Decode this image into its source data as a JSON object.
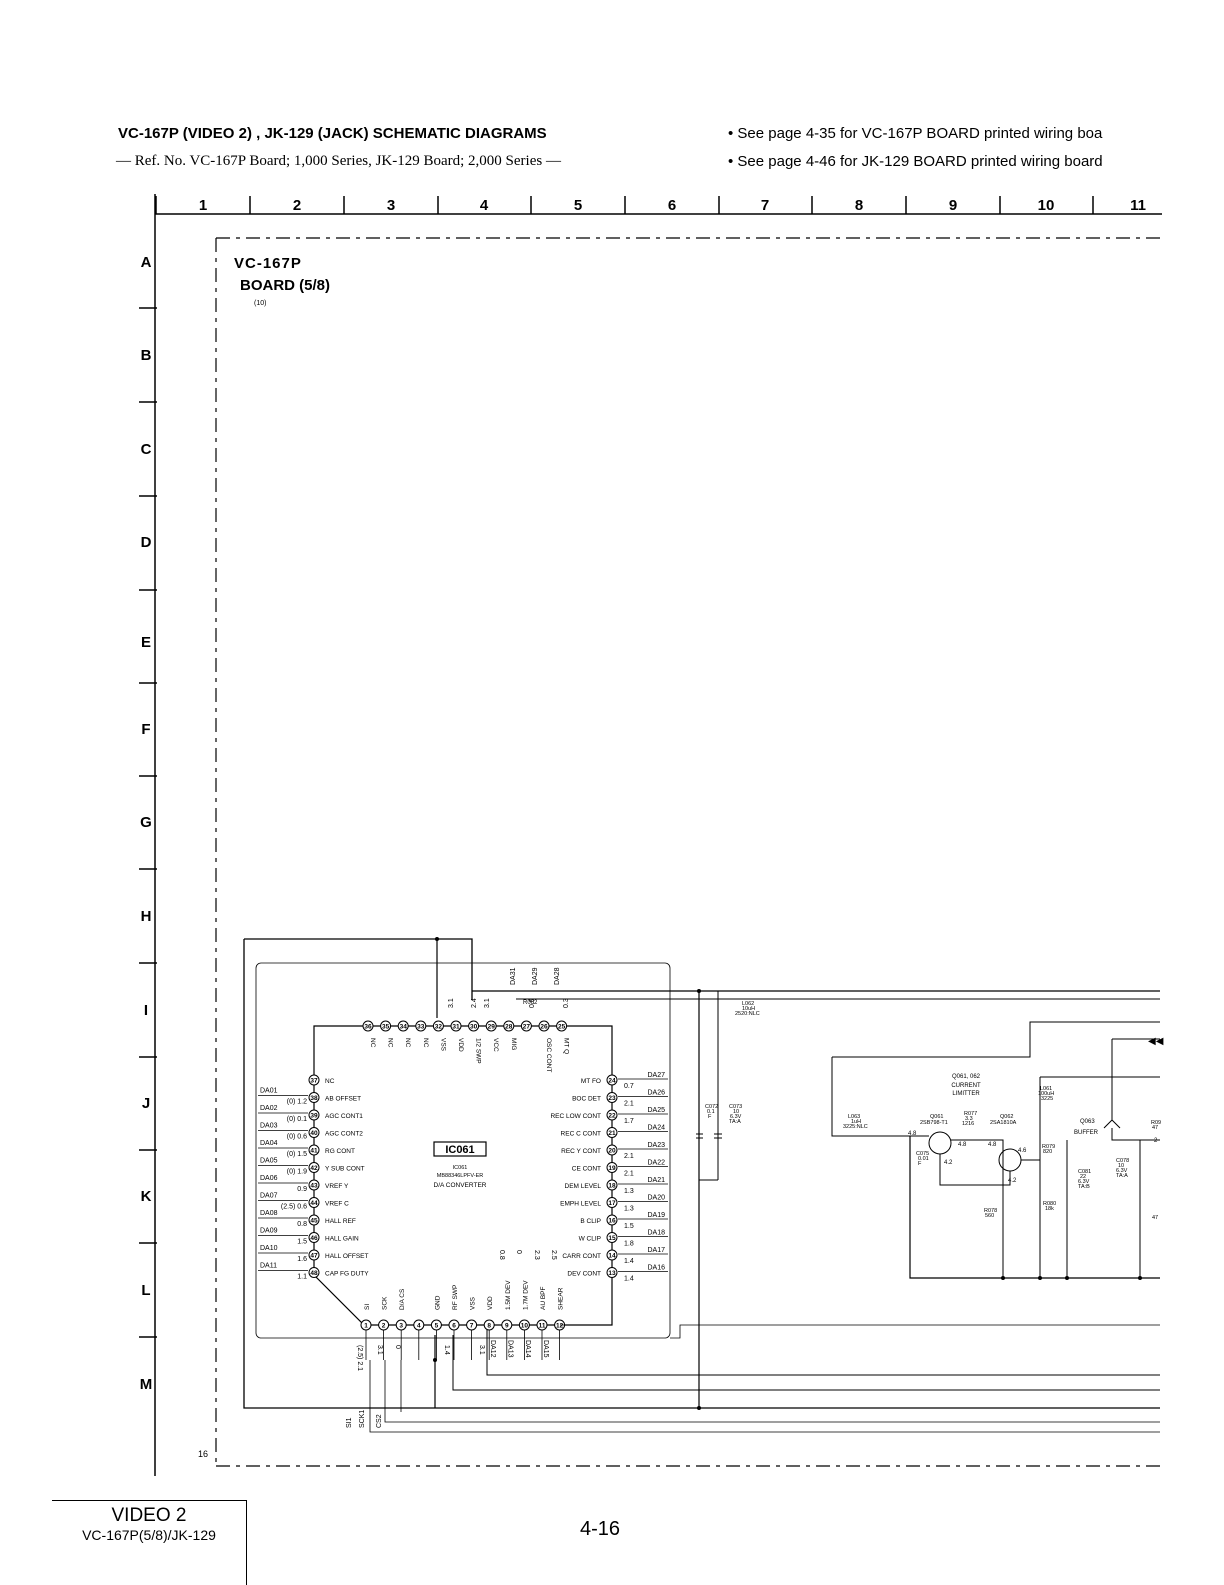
{
  "header": {
    "title": "VC-167P (VIDEO 2) , JK-129 (JACK) SCHEMATIC DIAGRAMS",
    "subtitle": "— Ref. No. VC-167P Board; 1,000 Series, JK-129 Board; 2,000 Series —",
    "note_pwb_vc": "• See page 4-35 for VC-167P BOARD printed wiring boa",
    "note_pwb_jk": "• See page 4-46 for JK-129 BOARD printed wiring board"
  },
  "grid": {
    "columns": [
      "1",
      "2",
      "3",
      "4",
      "5",
      "6",
      "7",
      "8",
      "9",
      "10",
      "11"
    ],
    "rows": [
      "A",
      "B",
      "C",
      "D",
      "E",
      "F",
      "G",
      "H",
      "I",
      "J",
      "K",
      "L",
      "M"
    ]
  },
  "board": {
    "name": "VC-167P",
    "part": "BOARD (5/8)",
    "ref": "(10)",
    "sheet_number": "16"
  },
  "ic": {
    "ref": "IC061",
    "label_small": "IC061",
    "part_number": "MB88346LPFV-ER",
    "function": "D/A CONVERTER",
    "left_pins": [
      {
        "num": "37",
        "name": "NC",
        "volt": "",
        "net": ""
      },
      {
        "num": "38",
        "name": "AB OFFSET",
        "volt": "(0) 1.2",
        "net": "DA01"
      },
      {
        "num": "39",
        "name": "AGC CONT1",
        "volt": "(0) 0.1",
        "net": "DA02"
      },
      {
        "num": "40",
        "name": "AGC CONT2",
        "volt": "(0) 0.6",
        "net": "DA03"
      },
      {
        "num": "41",
        "name": "RG CONT",
        "volt": "(0) 1.5",
        "net": "DA04"
      },
      {
        "num": "42",
        "name": "Y SUB CONT",
        "volt": "(0) 1.9",
        "net": "DA05"
      },
      {
        "num": "43",
        "name": "VREF Y",
        "volt": "0.9",
        "net": "DA06"
      },
      {
        "num": "44",
        "name": "VREF C",
        "volt": "(2.5) 0.6",
        "net": "DA07"
      },
      {
        "num": "45",
        "name": "HALL REF",
        "volt": "0.8",
        "net": "DA08"
      },
      {
        "num": "46",
        "name": "HALL GAIN",
        "volt": "1.5",
        "net": "DA09"
      },
      {
        "num": "47",
        "name": "HALL OFFSET",
        "volt": "1.6",
        "net": "DA10"
      },
      {
        "num": "48",
        "name": "CAP FG DUTY",
        "volt": "1.1",
        "net": "DA11"
      }
    ],
    "right_pins": [
      {
        "num": "24",
        "name": "MT FO",
        "volt": "0.7",
        "net": "DA27"
      },
      {
        "num": "23",
        "name": "BOC DET",
        "volt": "2.1",
        "net": "DA26"
      },
      {
        "num": "22",
        "name": "REC LOW CONT",
        "volt": "1.7",
        "net": "DA25"
      },
      {
        "num": "21",
        "name": "REC C CONT",
        "volt": "",
        "net": "DA24"
      },
      {
        "num": "20",
        "name": "REC Y CONT",
        "volt": "2.1",
        "net": "DA23"
      },
      {
        "num": "19",
        "name": "CE CONT",
        "volt": "2.1",
        "net": "DA22"
      },
      {
        "num": "18",
        "name": "DEM LEVEL",
        "volt": "1.3",
        "net": "DA21"
      },
      {
        "num": "17",
        "name": "EMPH LEVEL",
        "volt": "1.3",
        "net": "DA20"
      },
      {
        "num": "16",
        "name": "B CLIP",
        "volt": "1.5",
        "net": "DA19"
      },
      {
        "num": "15",
        "name": "W CLIP",
        "volt": "1.8",
        "net": "DA18"
      },
      {
        "num": "14",
        "name": "CARR CONT",
        "volt": "1.4",
        "net": "DA17"
      },
      {
        "num": "13",
        "name": "DEV CONT",
        "volt": "1.4",
        "net": "DA16"
      }
    ],
    "top_pins": [
      {
        "num": "36",
        "name": "NC"
      },
      {
        "num": "35",
        "name": "NC"
      },
      {
        "num": "34",
        "name": "NC"
      },
      {
        "num": "33",
        "name": "NC"
      },
      {
        "num": "32",
        "name": "VSS"
      },
      {
        "num": "31",
        "name": "VDD"
      },
      {
        "num": "30",
        "name": "1/2 SWP"
      },
      {
        "num": "29",
        "name": "VCC"
      },
      {
        "num": "28",
        "name": "MIG"
      },
      {
        "num": "27",
        "name": ""
      },
      {
        "num": "26",
        "name": "OSC CONT"
      },
      {
        "num": "25",
        "name": "MT Q"
      }
    ],
    "bottom_pins": [
      {
        "num": "1",
        "name": "SI"
      },
      {
        "num": "2",
        "name": "SCK"
      },
      {
        "num": "3",
        "name": "D/A CS"
      },
      {
        "num": "4",
        "name": ""
      },
      {
        "num": "5",
        "name": "GND"
      },
      {
        "num": "6",
        "name": "RF SWP"
      },
      {
        "num": "7",
        "name": "VSS"
      },
      {
        "num": "8",
        "name": "VDD"
      },
      {
        "num": "9",
        "name": "1.5M DEV"
      },
      {
        "num": "10",
        "name": "1.7M DEV"
      },
      {
        "num": "11",
        "name": "AU BPF"
      },
      {
        "num": "12",
        "name": "SHEAR"
      }
    ],
    "top_nets": [
      "DA31",
      "DA29",
      "DA28"
    ],
    "top_volts": [
      "3.1",
      "2.4",
      "3.1",
      "0.3",
      "0.5"
    ],
    "bottom_nets": [
      "DA12",
      "DA13",
      "DA14",
      "DA15"
    ],
    "bottom_volts": [
      "(2.5) 2.1",
      "3.1",
      "0",
      "1.4",
      "3.1",
      "0.8",
      "0",
      "2.3",
      "2.5"
    ],
    "bus_labels": [
      "SI1",
      "SCK1",
      "CS2"
    ]
  },
  "components": {
    "l062": {
      "ref": "L062",
      "value": "10uH",
      "part": "2520:NLC"
    },
    "c072": {
      "ref": "C072",
      "value": "0.1",
      "note": "F"
    },
    "c073": {
      "ref": "C073",
      "value": "10",
      "rating": "6.3V",
      "type": "TA:A"
    },
    "l063": {
      "ref": "L063",
      "value": "1uH",
      "part": "3225:NLC"
    },
    "q061_062": {
      "ref": "Q061, 062",
      "desc1": "CURRENT",
      "desc2": "LIMITTER"
    },
    "q061": {
      "ref": "Q061",
      "part": "2SB798-T1"
    },
    "q062": {
      "ref": "Q062",
      "part": "2SA1810A"
    },
    "r077": {
      "ref": "R077",
      "value": "3.3",
      "part": "1216"
    },
    "c075": {
      "ref": "C075",
      "value": "0.01",
      "note": "F"
    },
    "r078": {
      "ref": "R078",
      "value": "560"
    },
    "r079": {
      "ref": "R079",
      "value": "820"
    },
    "r080": {
      "ref": "R080",
      "value": "18k"
    },
    "l061": {
      "ref": "L061",
      "value": "100uH",
      "part": "3225"
    },
    "q063": {
      "ref": "Q063",
      "desc": "BUFFER"
    },
    "c081": {
      "ref": "C081",
      "value": "22",
      "rating": "6.3V",
      "type": "TA:B"
    },
    "c078": {
      "ref": "C078",
      "value": "10",
      "rating": "6.3V",
      "type": "TA:A"
    },
    "q_volts": [
      "4.8",
      "4.8",
      "4.8",
      "4.6",
      "4.2",
      "4.2"
    ],
    "r_cut": [
      "R09",
      "47",
      "47"
    ],
    "cut_volt": "2"
  },
  "footer": {
    "section": "VIDEO 2",
    "board": "VC-167P(5/8)/JK-129",
    "page": "4-16"
  }
}
